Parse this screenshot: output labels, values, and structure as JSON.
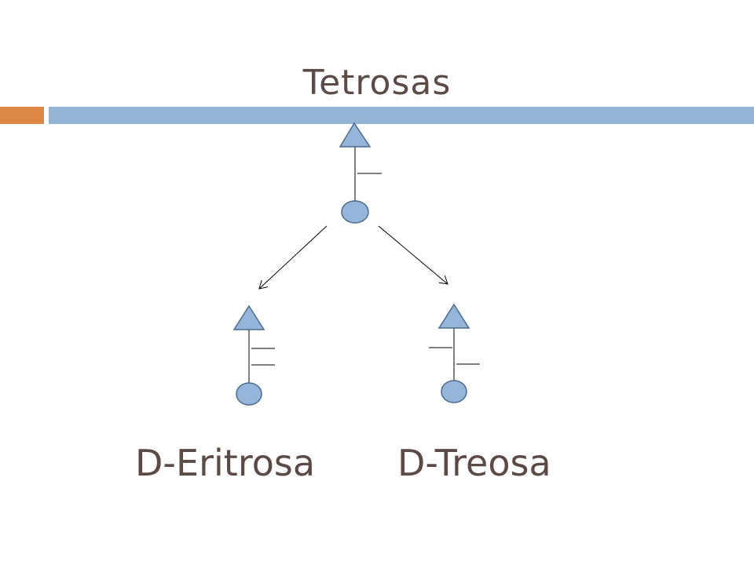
{
  "slide": {
    "title": "Tetrosas",
    "labels": {
      "left": "D-Eritrosa",
      "right": "D-Treosa"
    }
  },
  "colors": {
    "title_text": "#5b4a45",
    "accent_bar_orange": "#dd8844",
    "accent_bar_blue": "#93b4d4",
    "shape_fill": "#95b5d9",
    "shape_stroke": "#4a6a8e",
    "line": "#000000"
  }
}
